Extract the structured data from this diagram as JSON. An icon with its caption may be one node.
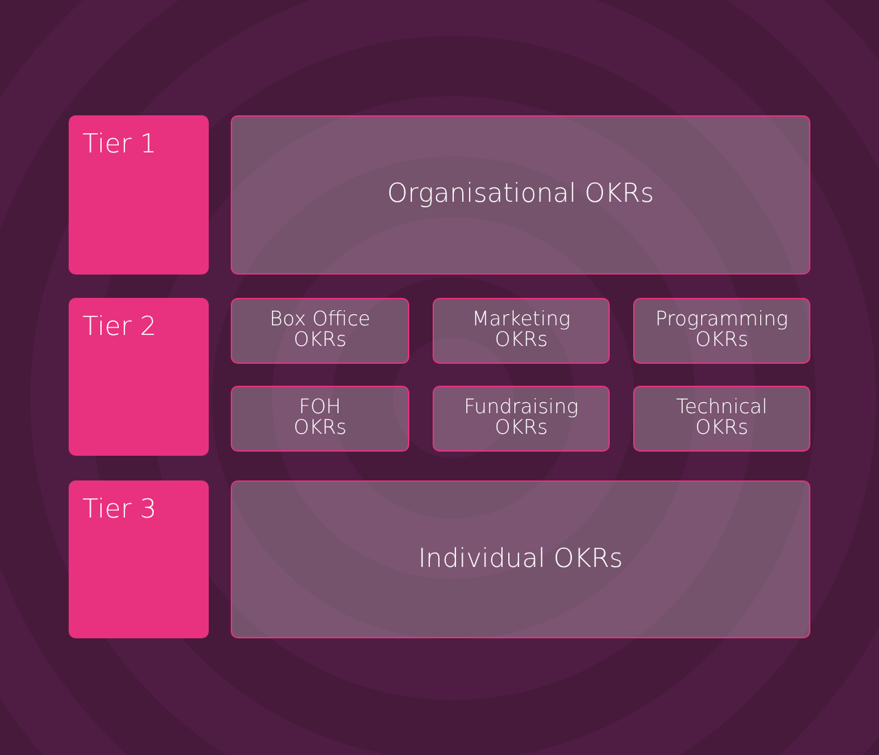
{
  "diagram": {
    "nodes": [
      {
        "text": [
          "Tier 1"
        ]
      },
      {
        "text": [
          "Organisational OKRs"
        ]
      },
      {
        "text": [
          "Tier 2"
        ]
      },
      {
        "text": [
          "Box Office OKRs"
        ]
      },
      {
        "text": [
          "Marketing OKRs"
        ]
      },
      {
        "text": [
          "Programming OKRs"
        ]
      },
      {
        "text": [
          "FOH OKRs"
        ]
      },
      {
        "text": [
          "Fundraising OKRs"
        ]
      },
      {
        "text": [
          "Technical OKRs"
        ]
      },
      {
        "text": [
          "Tier 3"
        ]
      },
      {
        "text": [
          "Individual OKRs"
        ]
      }
    ]
  }
}
